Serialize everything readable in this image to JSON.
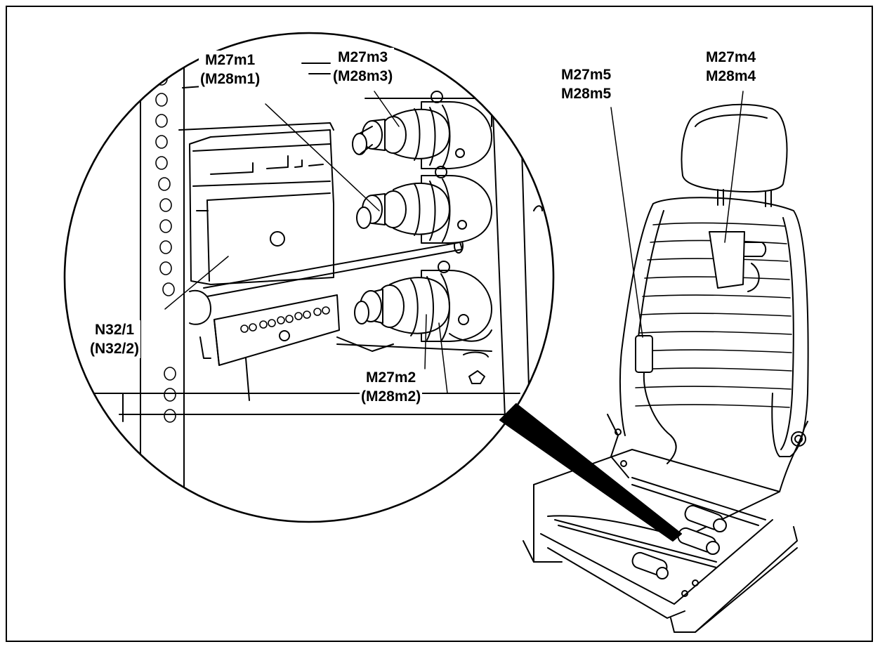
{
  "callouts": {
    "m27m1": [
      "M27m1",
      "(M28m1)"
    ],
    "m27m3": [
      "M27m3",
      "(M28m3)"
    ],
    "m27m5": [
      "M27m5",
      "M28m5"
    ],
    "m27m4": [
      "M27m4",
      "M28m4"
    ],
    "n32": [
      "N32/1",
      "(N32/2)"
    ],
    "m27m2": [
      "M27m2",
      "(M28m2)"
    ]
  },
  "colors": {
    "line": "#000000",
    "background": "#ffffff"
  }
}
